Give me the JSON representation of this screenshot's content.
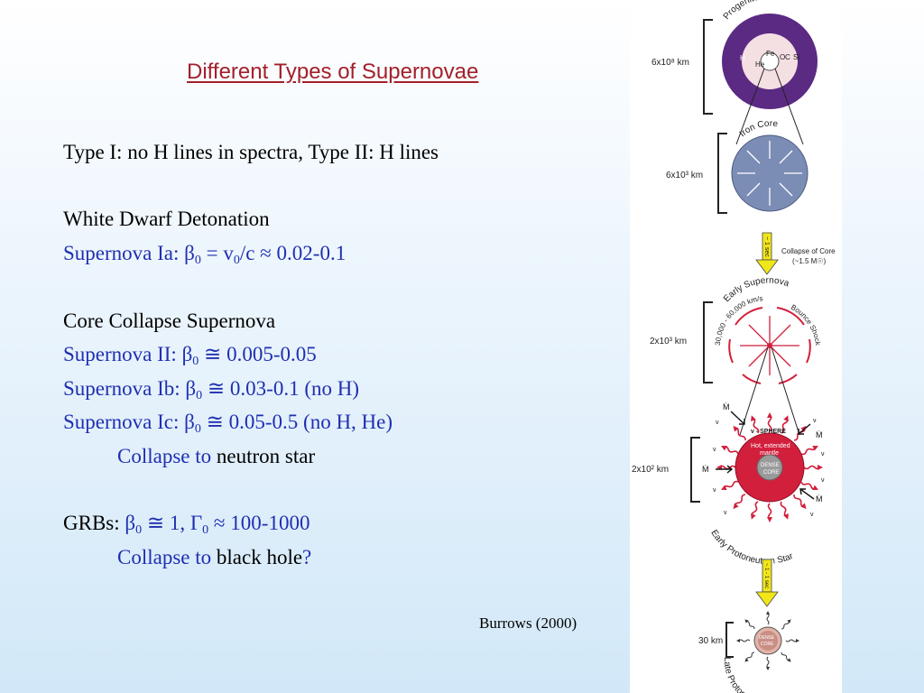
{
  "slide": {
    "title": "Different Types of Supernovae",
    "lines": {
      "l1": "Type I: no H lines in spectra, Type II: H lines",
      "l2": "White Dwarf Detonation",
      "l3_label": "Supernova Ia:",
      "l4": "Core Collapse Supernova",
      "l5_label": "Supernova II:",
      "l5_range": "0.005-0.05",
      "l6_label": "Supernova Ib:",
      "l6_range": "0.03-0.1 (no H)",
      "l7_label": "Supernova Ic:",
      "l7_range": "0.05-0.5 (no H, He)",
      "l8_a": "Collapse to",
      "l8_b": "neutron star",
      "l9_label": "GRBs:",
      "l9_a": "1,",
      "l9_b": "100-1000",
      "l10_a": "Collapse to",
      "l10_b": "black hole",
      "l10_q": "?"
    },
    "citation": "Burrows (2000)"
  },
  "diagram": {
    "progenitor_label": "Progenitor Star",
    "progenitor_scale": "6x10⁸ km",
    "layers": {
      "h": "H",
      "he": "He",
      "fe": "Fe",
      "c": "C",
      "o": "O",
      "si": "Si"
    },
    "iron_core_label": "Iron Core",
    "iron_core_scale": "6x10³ km",
    "time_label_1": "~ 1 sec",
    "collapse_label": "Collapse of Core",
    "collapse_mass": "(~1.5 M☉)",
    "early_sn_label": "Early Supernova",
    "velocity_label": "30,000 - 60,000 km/s",
    "bounce_label": "Bounce Shock",
    "early_sn_scale": "2x10³ km",
    "nu_sphere_label": "ν - SPHERE",
    "mantle_label_1": "Hot, extended",
    "mantle_label_2": "mantle",
    "dense_core_1": "DENSE",
    "dense_core_2": "CORE",
    "mdot": "Ṁ",
    "nu": "ν",
    "early_pns_scale": "2x10² km",
    "early_pns_label": "Early Protoneutron Star",
    "time_label_2": "~ 1 - 1 sec",
    "late_pns_scale": "30 km",
    "late_pns_label": "Late Protoneutron Star",
    "colors": {
      "title": "#a3202a",
      "blue_text": "#1f2fb0",
      "progenitor_outer": "#5b2a83",
      "iron_core": "#7b8db5",
      "arrow_yellow": "#f1e619",
      "red": "#d21f3c"
    }
  }
}
